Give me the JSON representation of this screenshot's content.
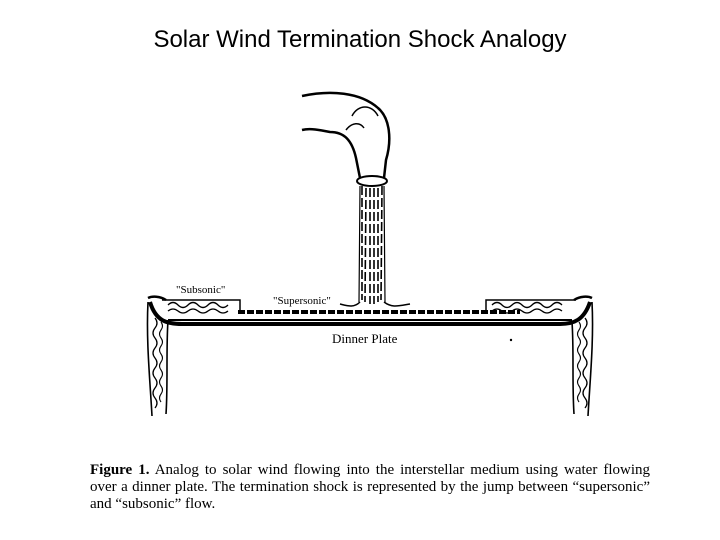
{
  "title": "Solar Wind Termination Shock Analogy",
  "labels": {
    "subsonic": "\"Subsonic\"",
    "supersonic": "\"Supersonic\"",
    "plate": "Dinner Plate"
  },
  "caption": {
    "figure_label": "Figure 1.",
    "text": "Analog to solar wind flowing into the interstellar medium using water flowing over a dinner plate. The termination shock is represented by the jump between “supersonic” and “subsonic” flow."
  }
}
